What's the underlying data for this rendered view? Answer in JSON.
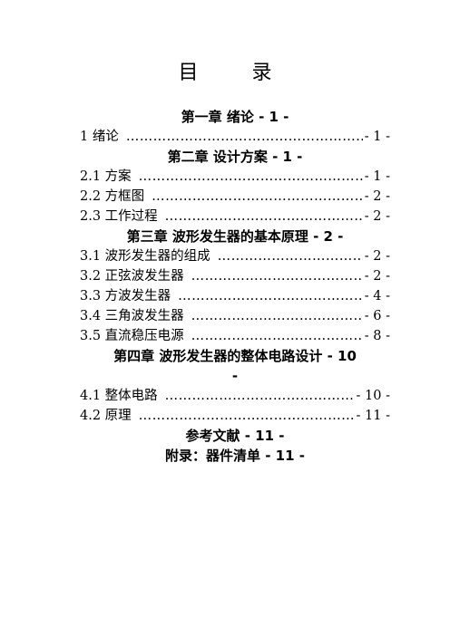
{
  "title": "目 录",
  "entries": [
    {
      "kind": "chapter",
      "text": "第一章  绪论",
      "page": "- 1 -"
    },
    {
      "kind": "entry",
      "label": "1  绪论",
      "page": "- 1 -"
    },
    {
      "kind": "chapter",
      "text": "第二章  设计方案",
      "page": "- 1 -"
    },
    {
      "kind": "entry",
      "label": "2.1  方案",
      "page": "- 1 -"
    },
    {
      "kind": "entry",
      "label": "2.2 方框图",
      "page": "- 2 -"
    },
    {
      "kind": "entry",
      "label": "2.3 工作过程",
      "page": "- 2 -"
    },
    {
      "kind": "chapter",
      "text": "第三章  波形发生器的基本原理",
      "page": "- 2 -"
    },
    {
      "kind": "entry",
      "label": "3.1  波形发生器的组成",
      "page": "- 2 -"
    },
    {
      "kind": "entry",
      "label": "3.2  正弦波发生器",
      "page": "- 2 -"
    },
    {
      "kind": "entry",
      "label": "3.3  方波发生器",
      "page": "- 4 -"
    },
    {
      "kind": "entry",
      "label": "3.4  三角波发生器",
      "page": "- 6 -"
    },
    {
      "kind": "entry",
      "label": "3.5  直流稳压电源",
      "page": "- 8 -"
    },
    {
      "kind": "chapter",
      "text": "第四章  波形发生器的整体电路设计",
      "page": "- 10"
    },
    {
      "kind": "wrap",
      "text": "-"
    },
    {
      "kind": "entry",
      "label": "4.1  整体电路",
      "page": "- 10 -"
    },
    {
      "kind": "entry",
      "label": "4.2  原理",
      "page": "- 11 -"
    },
    {
      "kind": "chapter",
      "text": "参考文献",
      "page": "- 11 -"
    },
    {
      "kind": "chapter",
      "text": "附录：器件清单",
      "page": "- 11 -"
    }
  ]
}
